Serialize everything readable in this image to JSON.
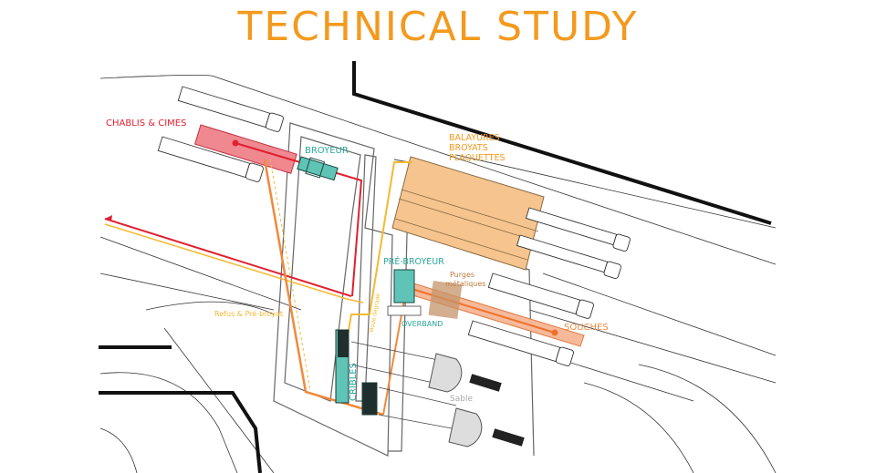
{
  "title": "TECHNICAL STUDY",
  "labels": {
    "chablis": "CHABLIS & CIMES",
    "broyeur": "BROYEUR",
    "balayures": "BALAYURES",
    "broyats": "BROYATS",
    "plaquettes": "PLAQUETTES",
    "pre_broyeur": "PRÉ-BROYEUR",
    "purges1": "Purges",
    "purges2": "métaliques",
    "overband": "OVERBAND",
    "souches": "SOUCHES",
    "refus": "Refus & Pré-broyat",
    "mode": "Mode dégradé",
    "cribles": "CRIBLES",
    "sable": "Sable"
  },
  "colors": {
    "title": "#f39a1e",
    "red": "#e02030",
    "teal": "#2aa89a",
    "orange": "#f08a3c",
    "yellow": "#f5b830",
    "storage": "#f6c48e"
  }
}
